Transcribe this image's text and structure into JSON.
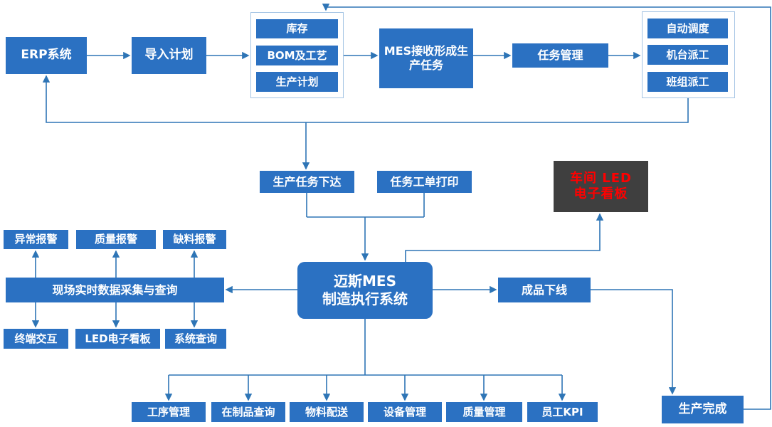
{
  "colors": {
    "box_blue": "#2b71c2",
    "line_blue": "#2e75b6",
    "group_border": "#a4c4e4",
    "led_bg": "#3f3f3f",
    "led_text": "#ff0000",
    "text_white": "#ffffff"
  },
  "nodes": {
    "erp": {
      "label": "ERP系统"
    },
    "import_plan": {
      "label": "导入计划"
    },
    "inventory": {
      "label": "库存"
    },
    "bom": {
      "label": "BOM及工艺"
    },
    "production_plan": {
      "label": "生产计划"
    },
    "mes_receive": {
      "label": "MES接收形成生产任务"
    },
    "task_mgmt": {
      "label": "任务管理"
    },
    "auto_schedule": {
      "label": "自动调度"
    },
    "machine_dispatch": {
      "label": "机台派工"
    },
    "team_dispatch": {
      "label": "班组派工"
    },
    "task_issue": {
      "label": "生产任务下达"
    },
    "workorder_print": {
      "label": "任务工单打印"
    },
    "led_board": {
      "label": "车间 LED\n电子看板"
    },
    "mes_core": {
      "label": "迈斯MES\n制造执行系统"
    },
    "data_collect": {
      "label": "现场实时数据采集与查询"
    },
    "abnormal_alarm": {
      "label": "异常报警"
    },
    "quality_alarm": {
      "label": "质量报警"
    },
    "shortage_alarm": {
      "label": "缺料报警"
    },
    "terminal_interact": {
      "label": "终端交互"
    },
    "led_screen": {
      "label": "LED电子看板"
    },
    "system_query": {
      "label": "系统查询"
    },
    "finished_offline": {
      "label": "成品下线"
    },
    "production_complete": {
      "label": "生产完成"
    },
    "process_mgmt": {
      "label": "工序管理"
    },
    "wip_query": {
      "label": "在制品查询"
    },
    "material_delivery": {
      "label": "物料配送"
    },
    "equipment_mgmt": {
      "label": "设备管理"
    },
    "quality_mgmt": {
      "label": "质量管理"
    },
    "employee_kpi": {
      "label": "员工KPI"
    }
  }
}
